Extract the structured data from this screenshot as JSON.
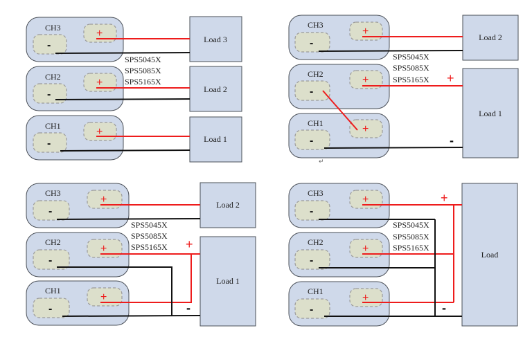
{
  "diagram": {
    "title": "Power supply channel connection modes",
    "models": [
      "SPS5045X",
      "SPS5085X",
      "SPS5165X"
    ],
    "terminal_labels": {
      "positive": "+",
      "negative": "-"
    },
    "panels": [
      {
        "id": "independent",
        "channels": [
          "CH3",
          "CH2",
          "CH1"
        ],
        "loads": [
          "Load 3",
          "Load 2",
          "Load 1"
        ]
      },
      {
        "id": "series",
        "channels": [
          "CH3",
          "CH2",
          "CH1"
        ],
        "loads": [
          "Load 2",
          "Load 1"
        ],
        "load_markers": {
          "positive": "+",
          "negative": "-"
        },
        "return_symbol": "↵"
      },
      {
        "id": "parallel-ch1-ch2",
        "channels": [
          "CH3",
          "CH2",
          "CH1"
        ],
        "loads": [
          "Load 2",
          "Load 1"
        ],
        "load_markers": {
          "positive": "+",
          "negative": "-"
        }
      },
      {
        "id": "parallel-all",
        "channels": [
          "CH3",
          "CH2",
          "CH1"
        ],
        "loads": [
          "Load"
        ],
        "load_markers": {
          "positive": "+",
          "negative": "-"
        }
      }
    ]
  }
}
